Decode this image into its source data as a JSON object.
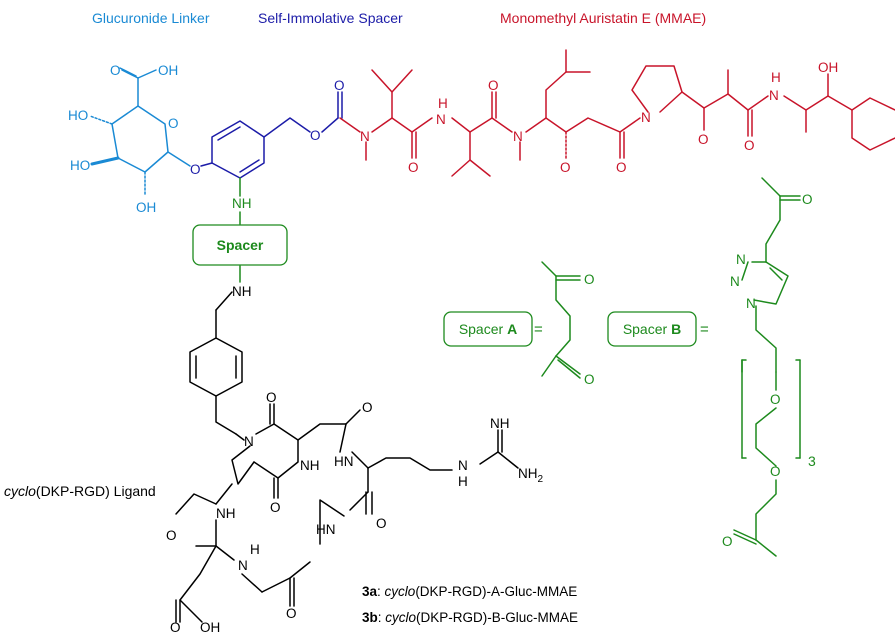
{
  "colors": {
    "linker": "#1a8ad4",
    "spacer_self_immolative": "#1c1ca8",
    "mmae": "#c8142a",
    "spacer": "#1d8a1d",
    "ligand": "#000000",
    "background": "#ffffff"
  },
  "labels": {
    "glucuronide_linker": "Glucuronide Linker",
    "self_immolative_spacer": "Self-Immolative Spacer",
    "mmae": "Monomethyl Auristatin E (MMAE)",
    "spacer_box": "Spacer",
    "ligand_prefix_italic": "cyclo",
    "ligand_suffix": "(DKP-RGD) Ligand"
  },
  "spacer_legend": {
    "a_prefix": "Spacer ",
    "a_letter": "A",
    "b_prefix": "Spacer ",
    "b_letter": "B",
    "equals": "=",
    "repeat_count": "3"
  },
  "compounds": [
    {
      "id": "3a",
      "sep": ": ",
      "italic": "cyclo",
      "rest": "(DKP-RGD)-A-Gluc-MMAE"
    },
    {
      "id": "3b",
      "sep": ": ",
      "italic": "cyclo",
      "rest": "(DKP-RGD)-B-Gluc-MMAE"
    }
  ],
  "atoms": {
    "oh": "OH",
    "ho": "HO",
    "o": "O",
    "n": "N",
    "nh": "NH",
    "hn": "HN",
    "h": "H",
    "h_sub": "H",
    "nh2": "NH",
    "two": "2",
    "ho_pre": "HO"
  }
}
